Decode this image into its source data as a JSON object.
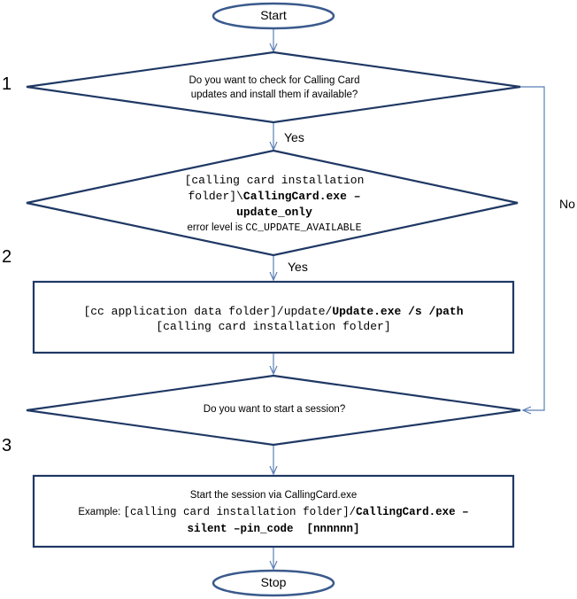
{
  "nodes": {
    "start": {
      "label": "Start"
    },
    "q1": {
      "line1": "Do you want to check for Calling Card",
      "line2": "updates and install them if available?"
    },
    "q2": {
      "line1": "[calling card installation",
      "line2_mono": "folder]\\",
      "line2_bold": "CallingCard.exe –",
      "line3_bold": "update_only",
      "line4_sans": "error level is ",
      "line4_mono": "CC_UPDATE_AVAILABLE"
    },
    "update": {
      "line1_mono": "[cc application data folder]/update/",
      "line1_bold": "Update.exe /s /path",
      "line2_mono": "[calling card installation folder]"
    },
    "q3": {
      "label": "Do you want to start a session?"
    },
    "session": {
      "line1": "Start the session via CallingCard.exe",
      "line2_sans": "Example: ",
      "line2_mono": "[calling  card installation  folder]/",
      "line2_bold": "CallingCard.exe –",
      "line3_bold": "silent –pin_code  [nnnnnn]"
    },
    "stop": {
      "label": "Stop"
    }
  },
  "edges": {
    "yes1": "Yes",
    "yes2": "Yes",
    "no": "No"
  },
  "steps": [
    "1",
    "2",
    "3"
  ],
  "colors": {
    "stroke": "#3a5a8c",
    "text": "#000000",
    "background": "#ffffff"
  }
}
